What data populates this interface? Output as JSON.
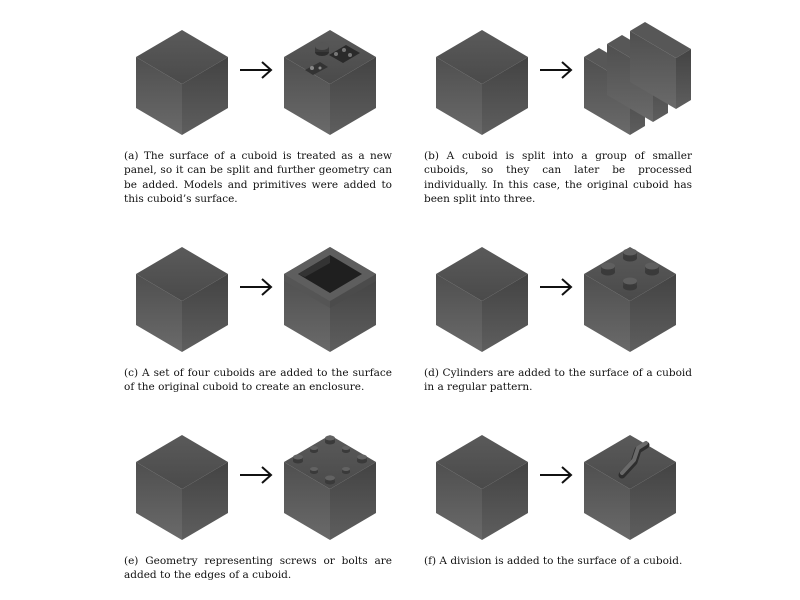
{
  "figures": [
    {
      "id": "a",
      "caption": "(a) The surface of a cuboid is treated as a new panel, so it can be split and further geometry can be added. Models and primitives were added to this cuboid’s surface."
    },
    {
      "id": "b",
      "caption": "(b) A cuboid is split into a group of smaller cuboids, so they can later be processed individually. In this case, the original cuboid has been split into three."
    },
    {
      "id": "c",
      "caption": "(c) A set of four cuboids are added to the surface of the original cuboid to create an enclosure."
    },
    {
      "id": "d",
      "caption": "(d) Cylinders are added to the surface of a cuboid in a regular pattern."
    },
    {
      "id": "e",
      "caption": "(e) Geometry representing screws or bolts are added to the edges of a cuboid."
    },
    {
      "id": "f",
      "caption": "(f) A division is added to the surface of a cuboid."
    }
  ]
}
